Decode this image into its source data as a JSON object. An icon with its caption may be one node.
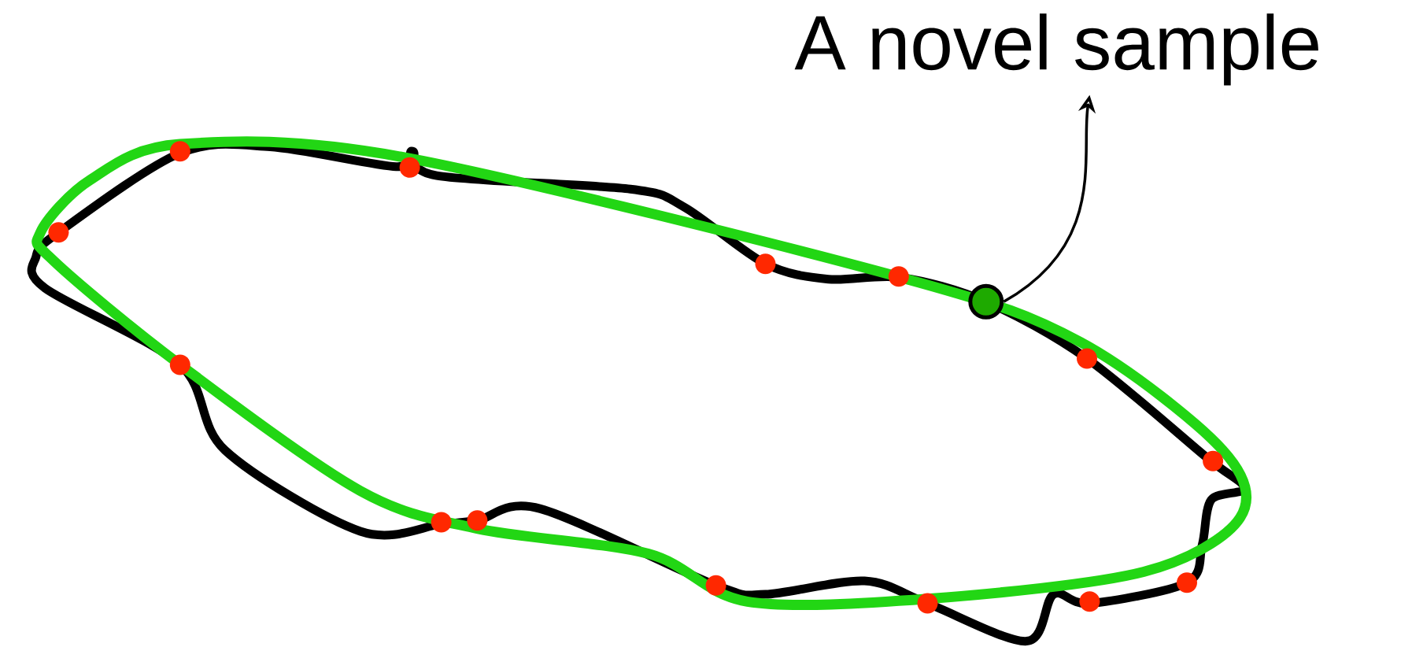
{
  "diagram": {
    "nodes": [
      {
        "text": [
          "A novel sample"
        ]
      },
      {
        "text": [],
        "shape": "circle"
      }
    ],
    "edges": [
      {
        "from": 1,
        "to": 0,
        "arrow": "to"
      }
    ]
  }
}
